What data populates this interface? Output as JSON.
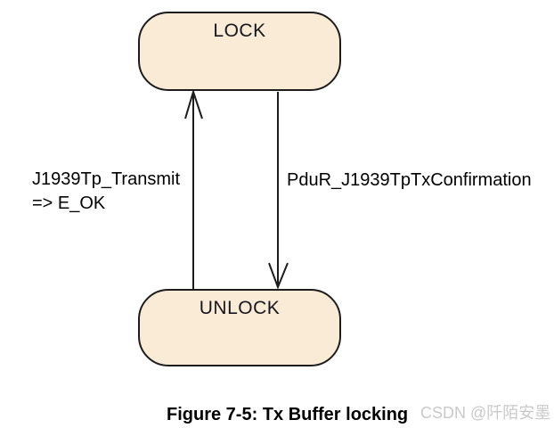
{
  "figure": {
    "states": [
      {
        "id": "lock",
        "label": "LOCK"
      },
      {
        "id": "unlock",
        "label": "UNLOCK"
      }
    ],
    "transitions": [
      {
        "from": "UNLOCK",
        "to": "LOCK",
        "label_line1": "J1939Tp_Transmit",
        "label_line2": "=> E_OK"
      },
      {
        "from": "LOCK",
        "to": "UNLOCK",
        "label": "PduR_J1939TpTxConfirmation"
      }
    ],
    "caption": "Figure 7-5: Tx Buffer locking",
    "watermark": "CSDN @阡陌安墨",
    "colors": {
      "background": "#ffffff",
      "state_fill": "#faebd7",
      "state_border": "#1c1c1c",
      "state_text": "#16161e",
      "arrow": "#1c1c1c",
      "label_text": "#000000",
      "caption_text": "#000000",
      "watermark_text": "#c9c9c9"
    }
  }
}
